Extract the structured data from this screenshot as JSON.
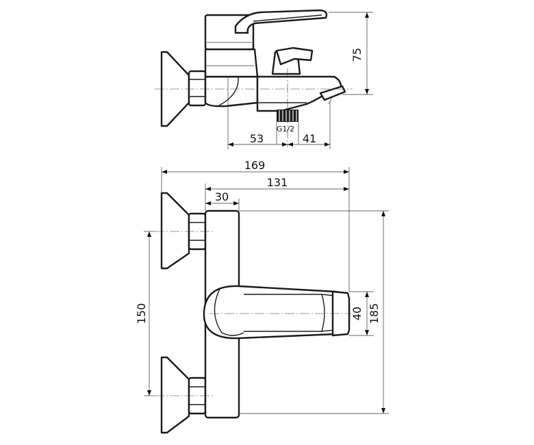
{
  "drawing": {
    "side_view": {
      "dimensions": {
        "height": "75",
        "left_offset": "53",
        "right_offset": "41",
        "thread": "G1/2"
      }
    },
    "top_view": {
      "dimensions": {
        "overall_width": "169",
        "body_width": "131",
        "handle_offset": "30",
        "spacing": "150",
        "spout_height": "40",
        "overall_height": "185"
      }
    }
  }
}
